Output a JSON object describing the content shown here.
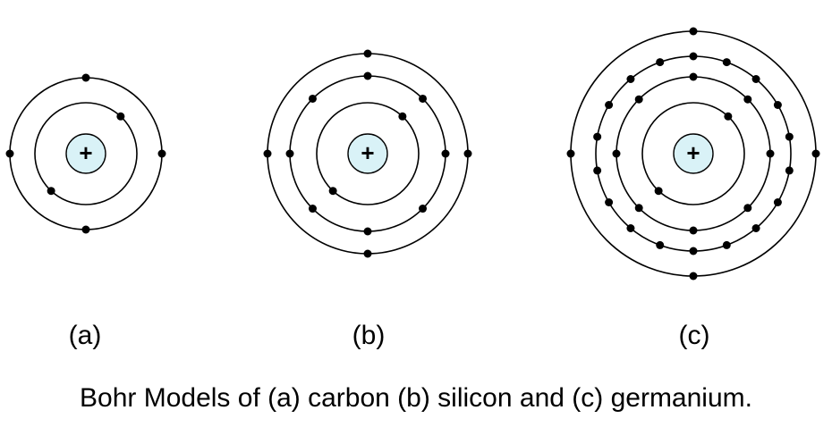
{
  "atoms": [
    {
      "label": "(a)",
      "element": "carbon",
      "nucleus_symbol": "+",
      "shell_electrons": [
        2,
        4
      ]
    },
    {
      "label": "(b)",
      "element": "silicon",
      "nucleus_symbol": "+",
      "shell_electrons": [
        2,
        8,
        4
      ]
    },
    {
      "label": "(c)",
      "element": "germanium",
      "nucleus_symbol": "+",
      "shell_electrons": [
        2,
        8,
        18,
        4
      ]
    }
  ],
  "caption": "Bohr Models of (a) carbon (b) silicon and (c) germanium.",
  "colors": {
    "nucleus_fill": "#d9f2f7",
    "line": "#000000",
    "electron": "#000000"
  }
}
